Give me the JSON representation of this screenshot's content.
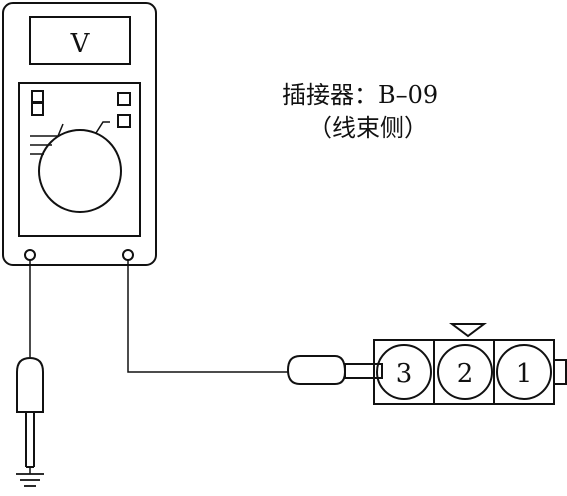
{
  "meter": {
    "display": "V"
  },
  "connector": {
    "label": "插接器：B–09",
    "side": "（线束侧）",
    "pins": [
      "3",
      "2",
      "1"
    ]
  }
}
